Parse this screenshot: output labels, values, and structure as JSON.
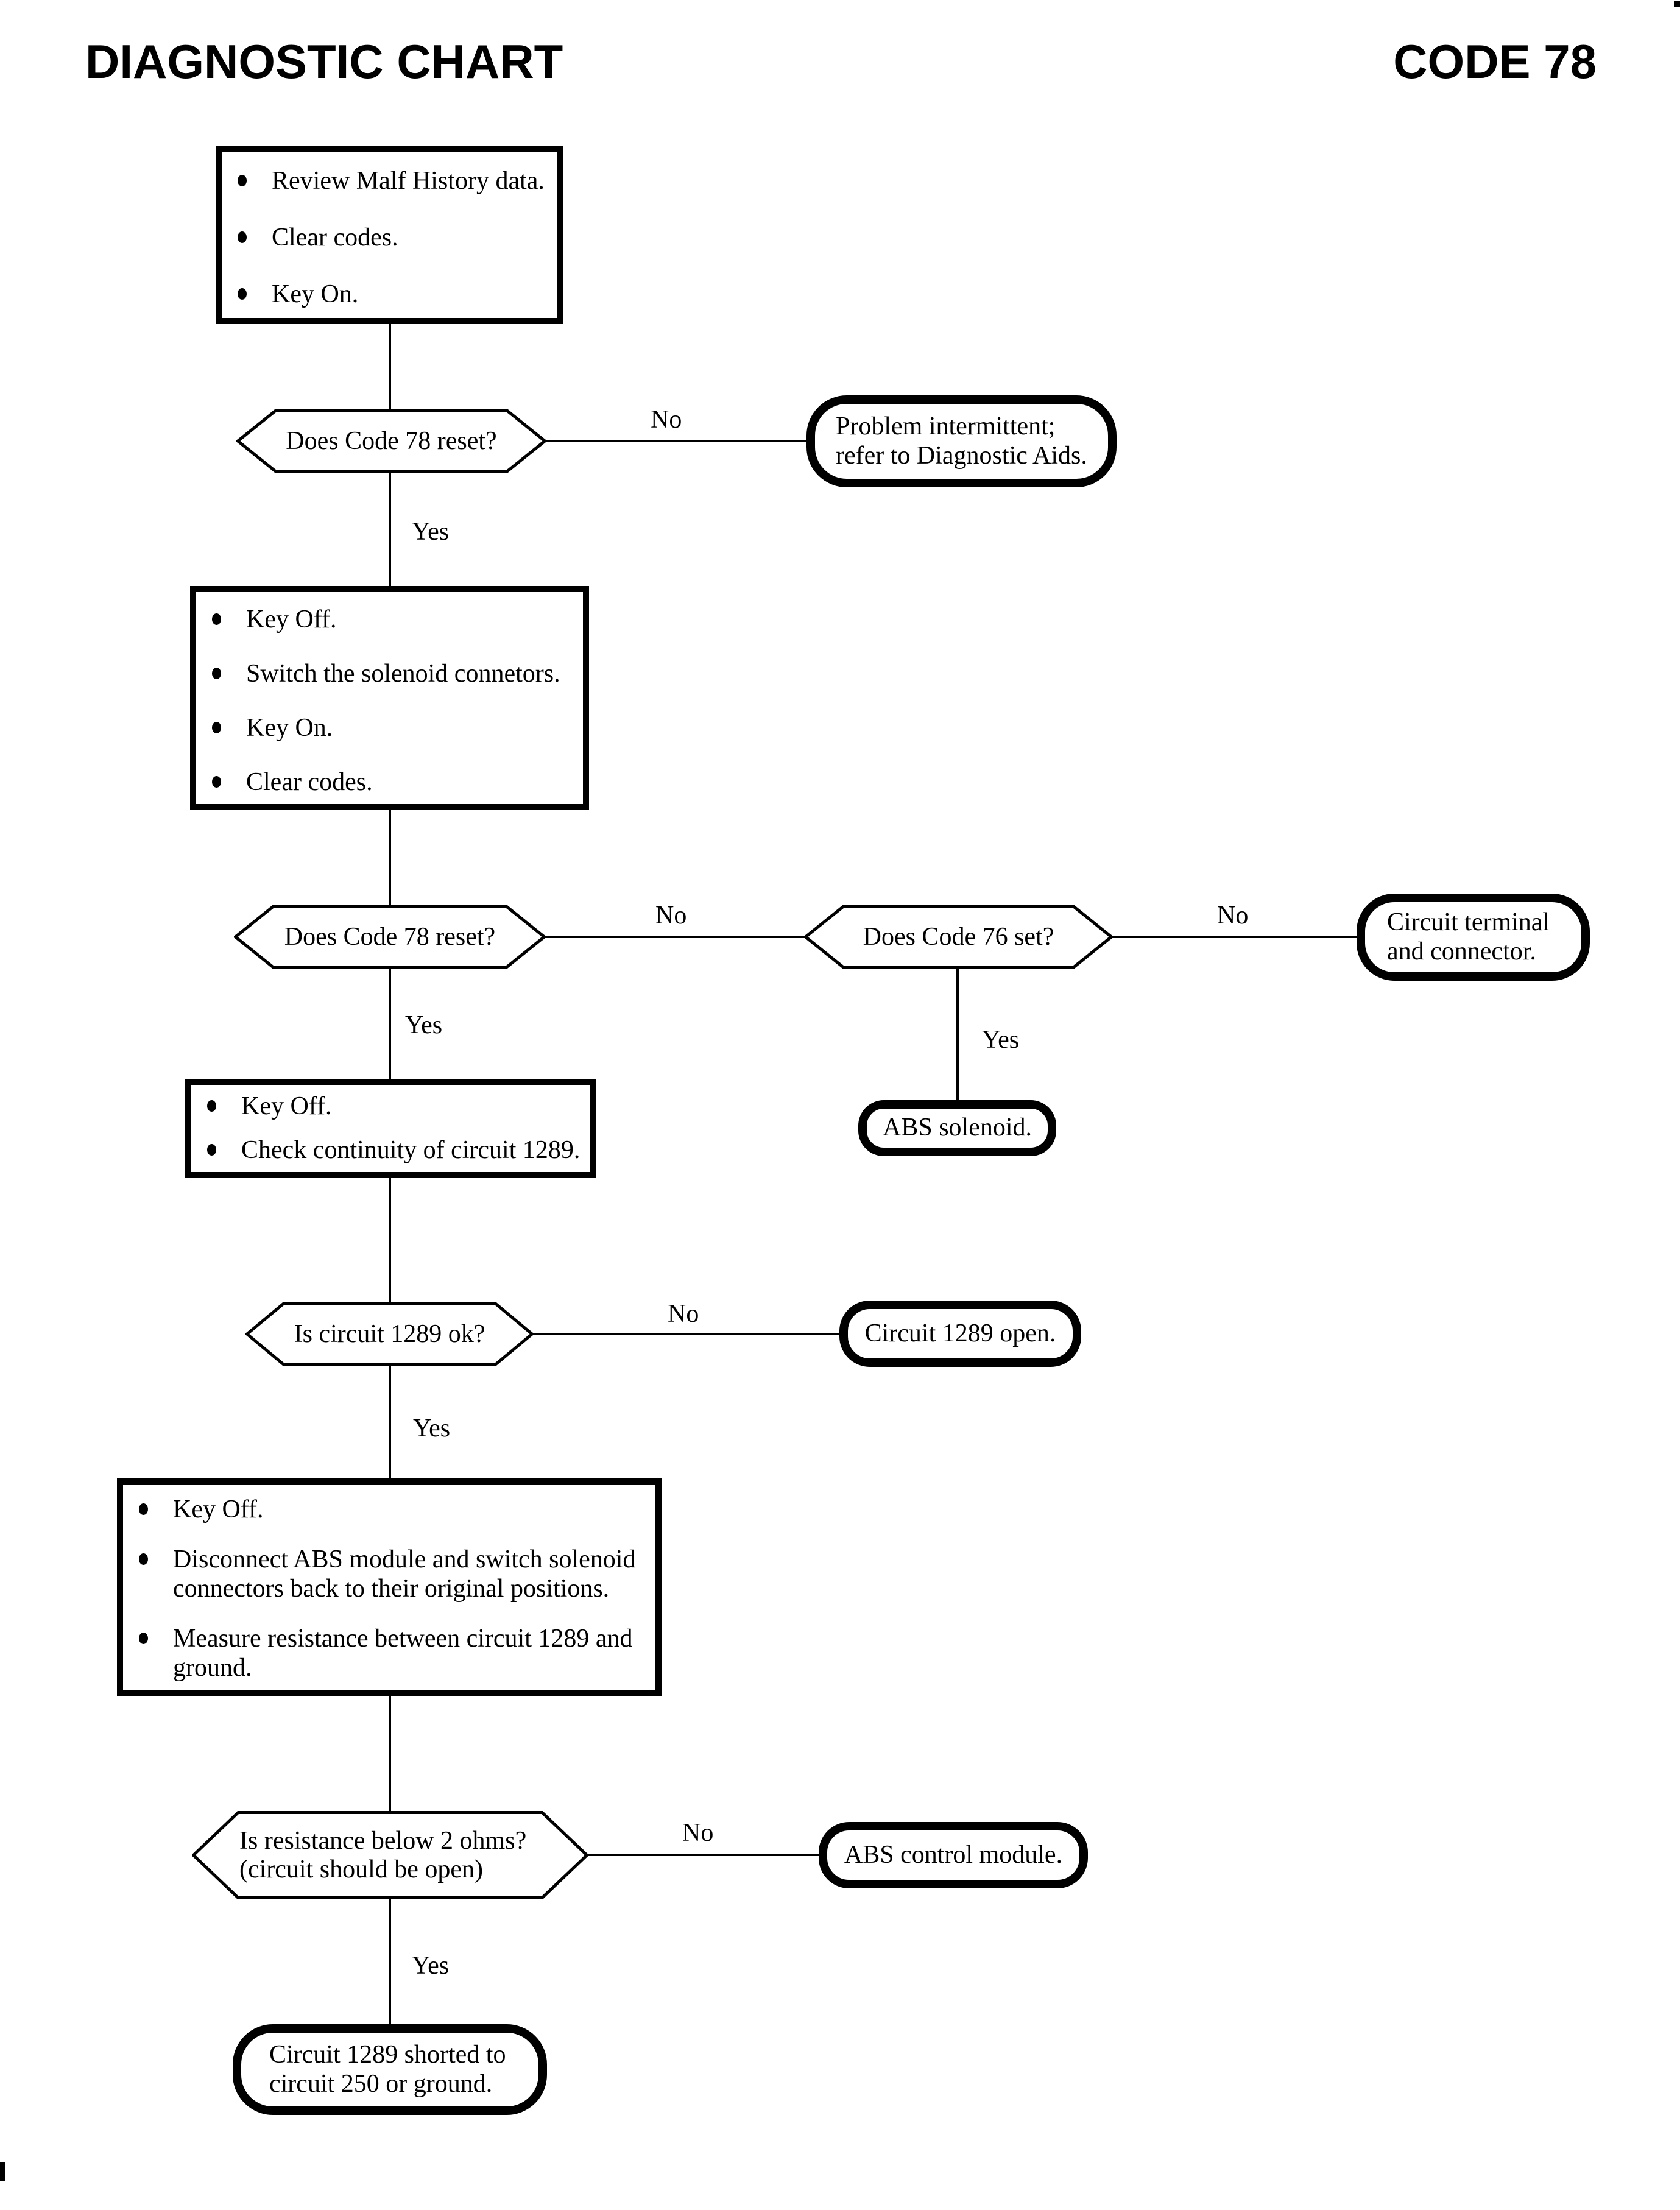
{
  "header": {
    "title": "DIAGNOSTIC CHART",
    "code": "CODE 78"
  },
  "labels": {
    "yes": "Yes",
    "no": "No"
  },
  "colors": {
    "ink": "#000000",
    "paper": "#ffffff"
  },
  "nodes": {
    "start_box": {
      "items": [
        "Review Malf History data.",
        "Clear codes.",
        "Key On."
      ]
    },
    "decision_code78_reset_1": {
      "label": "Does Code 78 reset?"
    },
    "terminal_problem_intermittent": {
      "lines": [
        "Problem intermittent;",
        "refer to Diagnostic Aids."
      ]
    },
    "switch_connectors_box": {
      "items": [
        "Key Off.",
        "Switch the solenoid connetors.",
        "Key On.",
        "Clear codes."
      ]
    },
    "decision_code78_reset_2": {
      "label": "Does Code 78 reset?"
    },
    "decision_code76_set": {
      "label": "Does Code 76 set?"
    },
    "terminal_circuit_terminal": {
      "lines": [
        "Circuit terminal",
        "and connector."
      ]
    },
    "terminal_abs_solenoid": {
      "label": "ABS solenoid."
    },
    "check_continuity_box": {
      "items": [
        "Key Off.",
        "Check continuity of circuit 1289."
      ]
    },
    "decision_circuit_1289_ok": {
      "label": "Is circuit 1289 ok?"
    },
    "terminal_circuit_1289_open": {
      "label": "Circuit 1289 open."
    },
    "measure_resistance_box": {
      "items": [
        "Key Off.",
        "Disconnect ABS module and switch solenoid connectors back to their original positions.",
        "Measure resistance between circuit 1289 and ground."
      ]
    },
    "decision_resistance_below_2ohms": {
      "lines": [
        "Is resistance below 2 ohms?",
        "(circuit should be open)"
      ]
    },
    "terminal_abs_control_module": {
      "label": "ABS control module."
    },
    "terminal_circuit_1289_shorted": {
      "lines": [
        "Circuit 1289 shorted to",
        "circuit 250 or ground."
      ]
    }
  }
}
